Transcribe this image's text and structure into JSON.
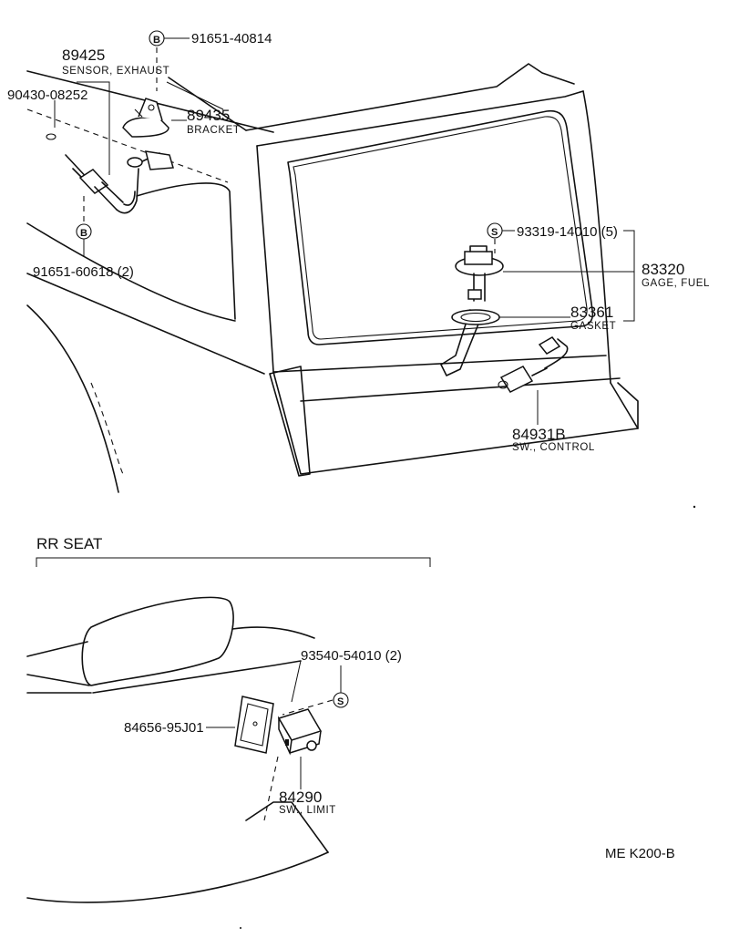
{
  "upper": {
    "callouts": [
      {
        "id": "sensor_exhaust",
        "part_number": "89425",
        "name": "SENSOR, EXHAUST"
      },
      {
        "id": "washer",
        "part_number": "90430-08252"
      },
      {
        "id": "bolt_top",
        "symbol": "B",
        "part_number": "91651-40814"
      },
      {
        "id": "bracket",
        "part_number": "89435",
        "name": "BRACKET"
      },
      {
        "id": "bolt_bottom",
        "symbol": "B",
        "part_number": "91651-60618 (2)"
      },
      {
        "id": "screw_gage",
        "symbol": "S",
        "part_number": "93319-14010 (5)"
      },
      {
        "id": "gage_fuel",
        "part_number": "83320",
        "name": "GAGE, FUEL"
      },
      {
        "id": "gasket",
        "part_number": "83361",
        "name": "GASKET"
      },
      {
        "id": "sw_control",
        "part_number": "84931B",
        "name": "SW., CONTROL"
      }
    ]
  },
  "lower": {
    "section_title": "RR  SEAT",
    "callouts": [
      {
        "id": "screw_seat",
        "symbol": "S",
        "part_number": "93540-54010 (2)"
      },
      {
        "id": "cover",
        "part_number": "84656-95J01"
      },
      {
        "id": "sw_limit",
        "part_number": "84290",
        "name": "SW., LIMIT"
      }
    ]
  },
  "footer": {
    "code": "ME  K200-B"
  }
}
